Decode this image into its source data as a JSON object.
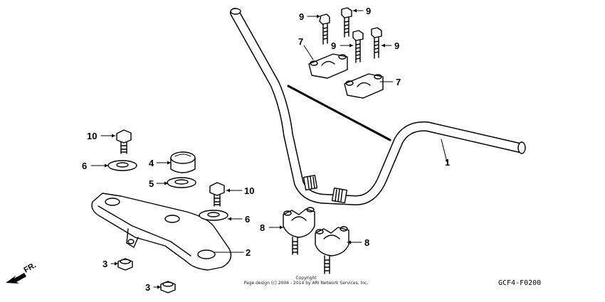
{
  "callouts": {
    "c1": "1",
    "c2": "2",
    "c3a": "3",
    "c3b": "3",
    "c4": "4",
    "c5": "5",
    "c6a": "6",
    "c6b": "6",
    "c7a": "7",
    "c7b": "7",
    "c8a": "8",
    "c8b": "8",
    "c9a": "9",
    "c9b": "9",
    "c9c": "9",
    "c9d": "9",
    "c10a": "10",
    "c10b": "10"
  },
  "front_label": "FR.",
  "copyright": {
    "line1": "Copyright",
    "line2": "Page design (c) 2004 - 2014 by ARI Network Services, Inc."
  },
  "figure_code": "GCF4-F0200"
}
